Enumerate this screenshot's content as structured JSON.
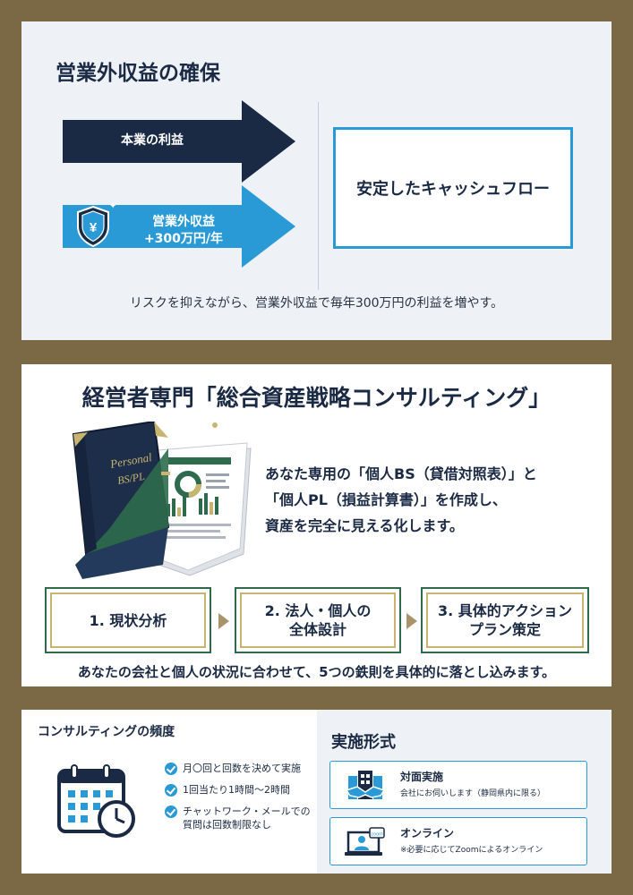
{
  "income": {
    "title": "営業外収益の確保",
    "arrow_top_label": "本業の利益",
    "arrow_bottom_label_1": "営業外収益",
    "arrow_bottom_label_2": "+300万円/年",
    "shield_symbol": "¥",
    "result_label": "安定したキャッシュフロー",
    "caption": "リスクを抑えながら、営業外収益で毎年300万円の利益を増やす。",
    "colors": {
      "navy": "#1b2a44",
      "blue": "#2a9ad6"
    }
  },
  "consulting": {
    "title": "経営者専門「総合資産戦略コンサルティング」",
    "book_label_1": "Personal",
    "book_label_2": "BS/PL",
    "description": [
      "あなた専用の「個人BS（貸借対照表）」と",
      "「個人PL（損益計算書）」を作成し、",
      "資産を完全に見える化します。"
    ],
    "steps": [
      {
        "line1": "1. 現状分析",
        "line2": ""
      },
      {
        "line1": "2. 法人・個人の",
        "line2": "全体設計"
      },
      {
        "line1": "3. 具体的アクション",
        "line2": "プラン策定"
      }
    ],
    "footer": "あなたの会社と個人の状況に合わせて、5つの鉄則を具体的に落とし込みます。",
    "colors": {
      "green": "#2d6b4c",
      "gold": "#c7b46f"
    }
  },
  "frequency": {
    "title": "コンサルティングの頻度",
    "checks": [
      [
        "月〇回と回数を決めて実施"
      ],
      [
        "1回当たり1時間〜2時間"
      ],
      [
        "チャットワーク・メールでの",
        "質問は回数制限なし"
      ]
    ]
  },
  "format": {
    "title": "実施形式",
    "cards": [
      {
        "title": "対面実施",
        "sub": "会社にお伺いします（静岡県内に限る）",
        "icon": "handshake-building-icon"
      },
      {
        "title": "オンライン",
        "sub": "※必要に応じてZoomによるオンライン",
        "icon": "laptop-zoom-icon",
        "badge": "zoom"
      }
    ]
  }
}
